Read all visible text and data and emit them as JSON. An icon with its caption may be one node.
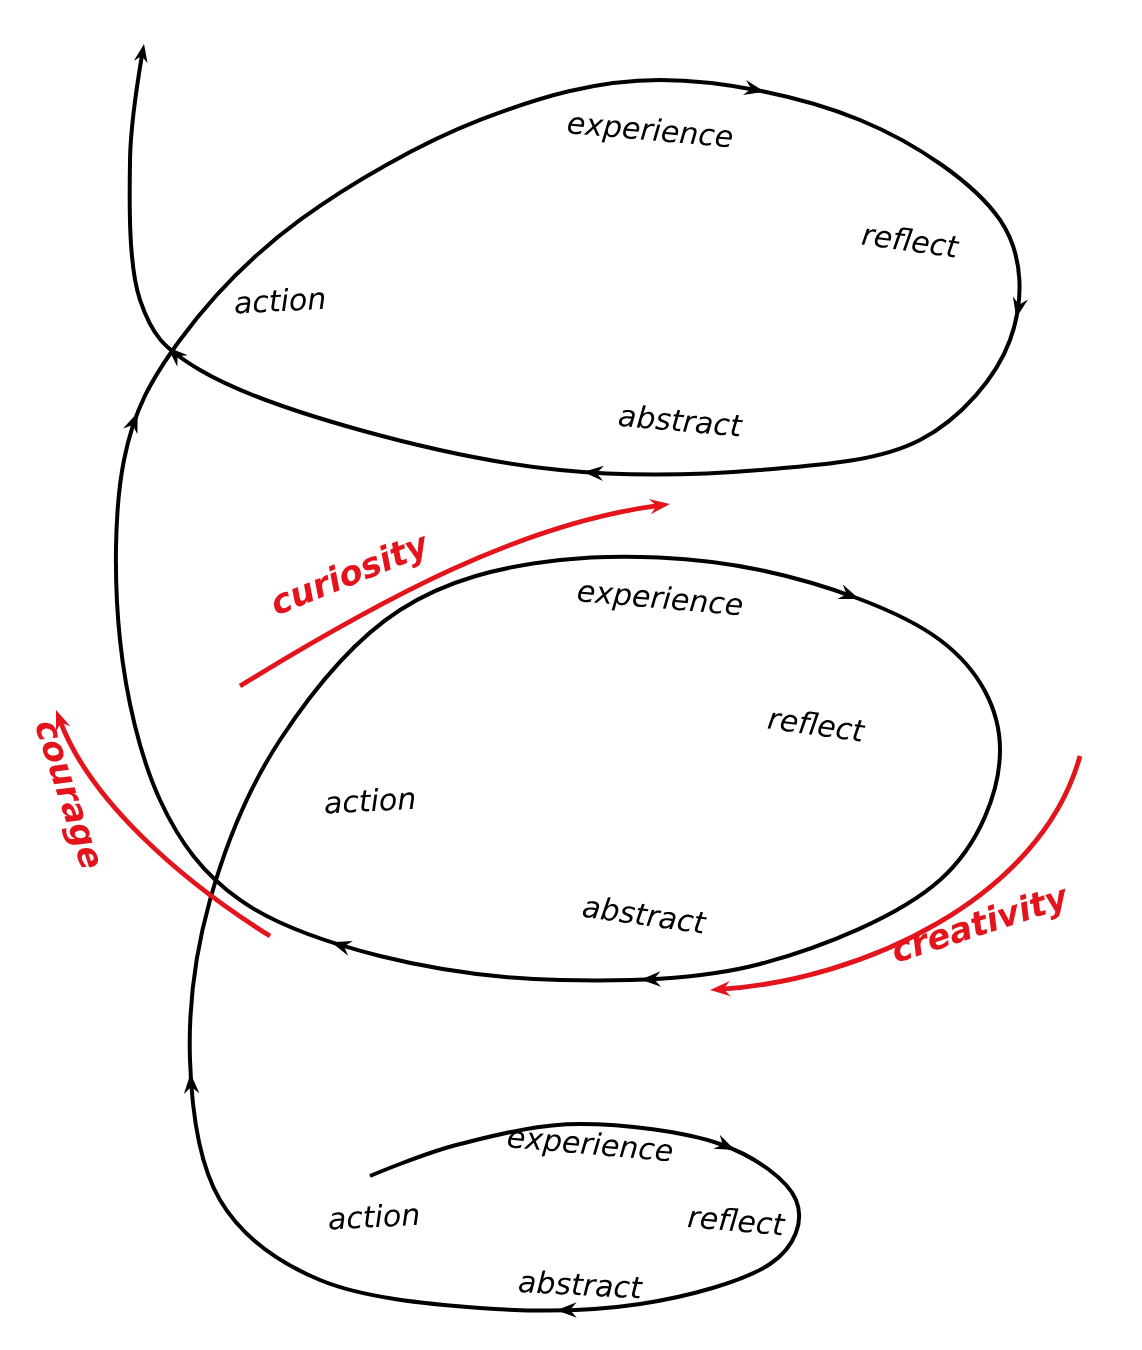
{
  "diagram": {
    "labels": [
      "experience",
      "reflect",
      "action",
      "abstract",
      "curiosity",
      "experience",
      "reflect",
      "courage",
      "action",
      "abstract",
      "creativity",
      "experience",
      "action",
      "reflect",
      "abstract"
    ]
  }
}
